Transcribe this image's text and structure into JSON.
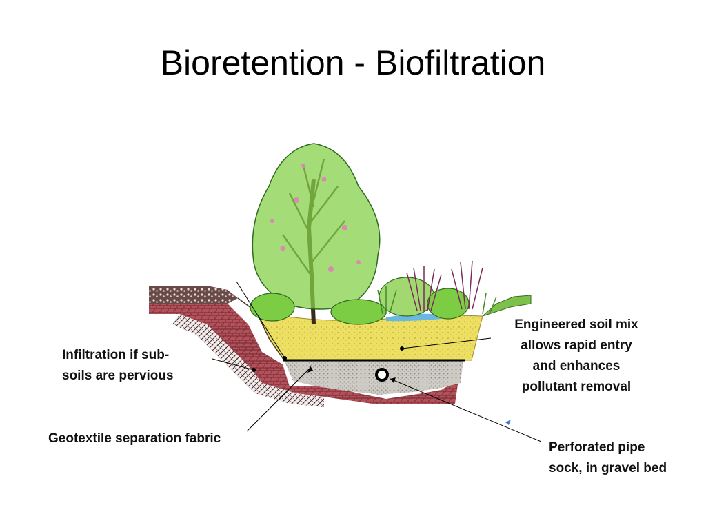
{
  "slide": {
    "title": "Bioretention - Biofiltration"
  },
  "labels": {
    "infiltration_line1": "Infiltration if sub-",
    "infiltration_line2": "soils are pervious",
    "geotextile": "Geotextile separation fabric",
    "soil_line1": "Engineered soil mix",
    "soil_line2": "allows rapid entry",
    "soil_line3": "and enhances",
    "soil_line4": "pollutant removal",
    "pipe_line1": "Perforated pipe",
    "pipe_line2": "sock, in gravel bed"
  },
  "colors": {
    "soil_mix": "#e8dc5a",
    "gravel": "#c9c6c0",
    "subsoil": "#a8424c",
    "foliage": "#6cc23a",
    "trunk": "#3a2a1a",
    "water": "#6ab8e0",
    "blossom": "#d88ab0"
  }
}
